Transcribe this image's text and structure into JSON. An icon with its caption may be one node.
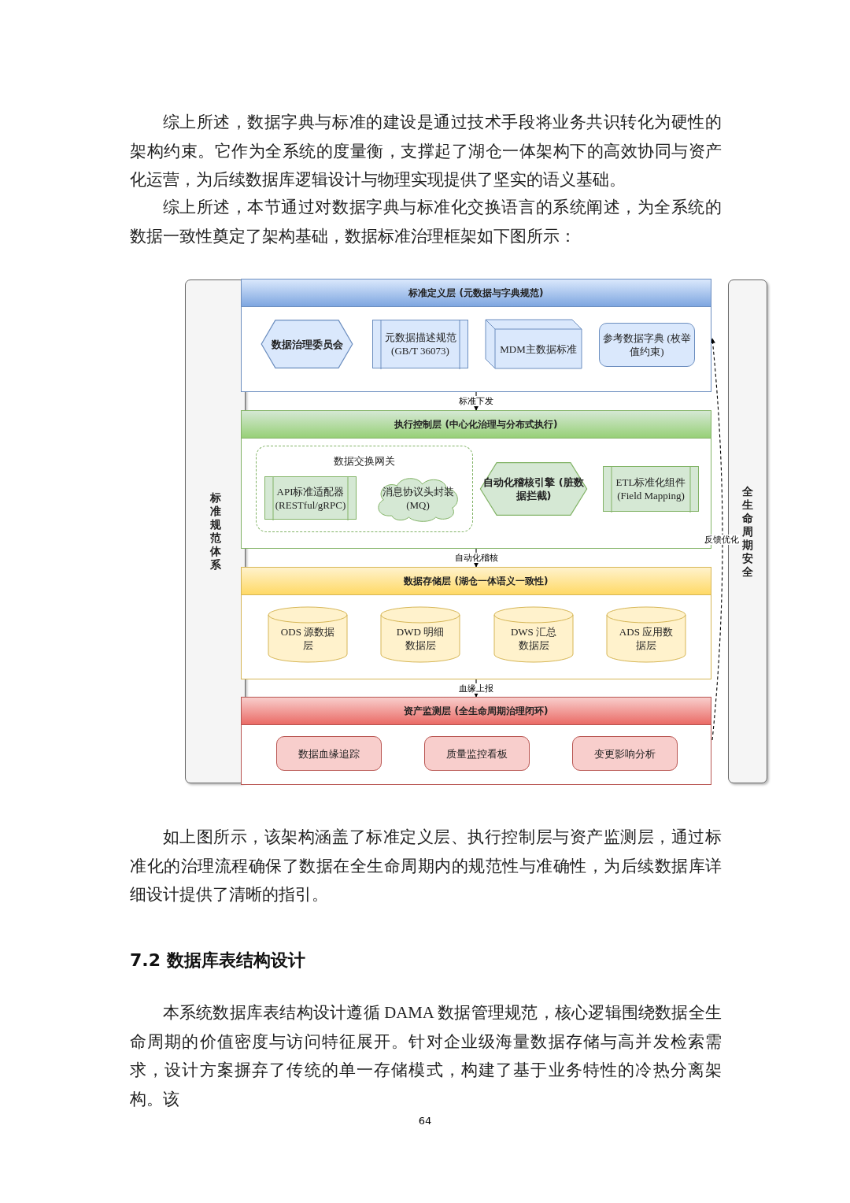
{
  "diagram": {
    "nodes": [
      {
        "text": [
          "标准规范体系"
        ]
      },
      {
        "text": [
          "标准定义层 (元数据与字典规范)"
        ]
      },
      {
        "text": [
          "数据治理委员会"
        ],
        "in": 1
      },
      {
        "text": [
          "元数据描述规范 (GB/T 36073)"
        ],
        "in": 1
      },
      {
        "text": [
          "MDM主数据标准"
        ],
        "in": 1
      },
      {
        "text": [
          "参考数据字典 (枚举值约束)"
        ],
        "in": 1
      },
      {
        "text": [
          "执行控制层 (中心化治理与分布式执行)"
        ]
      },
      {
        "text": [
          "数据交换网关"
        ],
        "in": 6
      },
      {
        "text": [
          "API标准适配器 (RESTful/gRPC)"
        ],
        "in": 7
      },
      {
        "text": [
          "消息协议头封装 (MQ)"
        ],
        "in": 7
      },
      {
        "text": [
          "自动化稽核引擎 (脏数据拦截)"
        ],
        "in": 6
      },
      {
        "text": [
          "ETL标准化组件 (Field Mapping)"
        ],
        "in": 6
      },
      {
        "text": [
          "数据存储层 (湖仓一体语义一致性)"
        ]
      },
      {
        "text": [
          "ODS 源数据层"
        ],
        "in": 12
      },
      {
        "text": [
          "DWD 明细数据层"
        ],
        "in": 12
      },
      {
        "text": [
          "DWS 汇总数据层"
        ],
        "in": 12
      },
      {
        "text": [
          "ADS 应用数据层"
        ],
        "in": 12
      },
      {
        "text": [
          "资产监测层 (全生命周期治理闭环)"
        ]
      },
      {
        "text": [
          "数据血缘追踪"
        ],
        "in": 17
      },
      {
        "text": [
          "质量监控看板"
        ],
        "in": 17
      },
      {
        "text": [
          "变更影响分析"
        ],
        "in": 17
      },
      {
        "text": [
          "全生命周期安全"
        ]
      }
    ],
    "edges": [
      {
        "from": 1,
        "to": 6,
        "arrow": "to",
        "label": "标准下发"
      },
      {
        "from": 6,
        "to": 12,
        "arrow": "to",
        "label": "自动化稽核"
      },
      {
        "from": 12,
        "to": 17,
        "arrow": "to",
        "label": "血缘上报"
      },
      {
        "from": 17,
        "to": 1,
        "arrow": "to",
        "label": "反馈优化",
        "style": "dashed"
      }
    ],
    "labels": [
      "综上所述，数据字典与标准的建设是通过技术手段将业务共识转化为硬性的架构约束。它作为全系统的度量衡，支撑起了湖仓一体架构下的高效协同与资产化运营，为后续数据库逻辑设计与物理实现提供了坚实的语义基础。",
      "综上所述，本节通过对数据字典与标准化交换语言的系统阐述，为全系统的数据一致性奠定了架构基础，数据标准治理框架如下图所示：",
      "如上图所示，该架构涵盖了标准定义层、执行控制层与资产监测层，通过标准化的治理流程确保了数据在全生命周期内的规范性与准确性，为后续数据库详细设计提供了清晰的指引。",
      "7.2 数据库表结构设计",
      "本系统数据库表结构设计遵循 DAMA 数据管理规范，核心逻辑围绕数据全生命周期的价值密度与访问特征展开。针对企业级海量数据存储与高并发检索需求，设计方案摒弃了传统的单一存储模式，构建了基于业务特性的冷热分离架构。该",
      "64"
    ]
  }
}
